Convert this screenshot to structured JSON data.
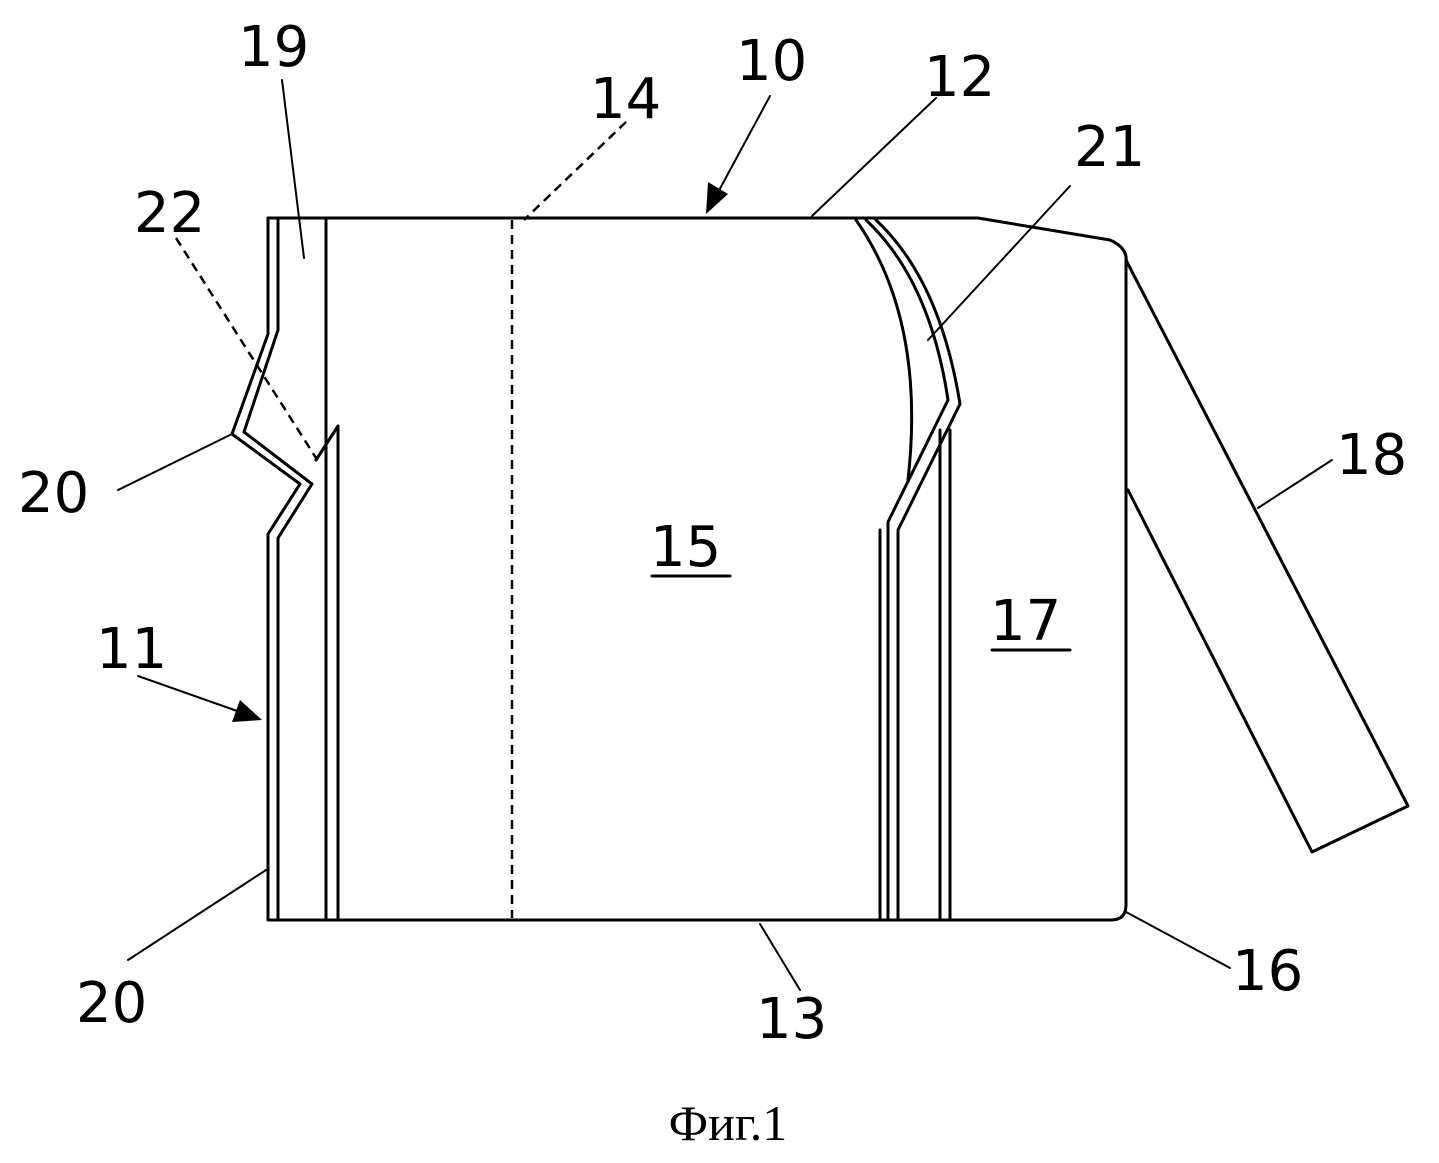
{
  "figure": {
    "caption": "Фиг.1",
    "labels": {
      "l10": "10",
      "l11": "11",
      "l12": "12",
      "l13": "13",
      "l14": "14",
      "l15": "15",
      "l16": "16",
      "l17": "17",
      "l18": "18",
      "l19": "19",
      "l20a": "20",
      "l20b": "20",
      "l21": "21",
      "l22": "22"
    }
  }
}
